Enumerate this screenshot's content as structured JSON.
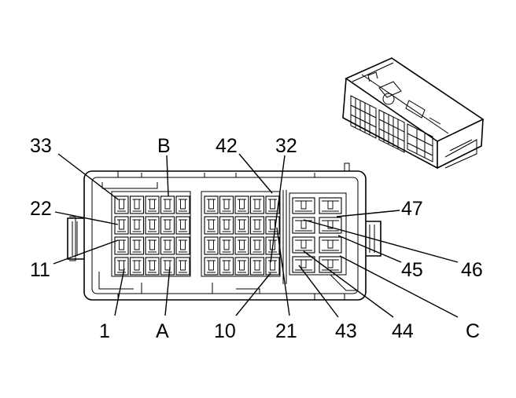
{
  "labels": {
    "top": [
      "33",
      "B",
      "42",
      "32"
    ],
    "left": [
      "22",
      "11"
    ],
    "right": [
      "47",
      "46",
      "45"
    ],
    "bottom": [
      "1",
      "A",
      "10",
      "21",
      "43",
      "44",
      "C"
    ]
  }
}
